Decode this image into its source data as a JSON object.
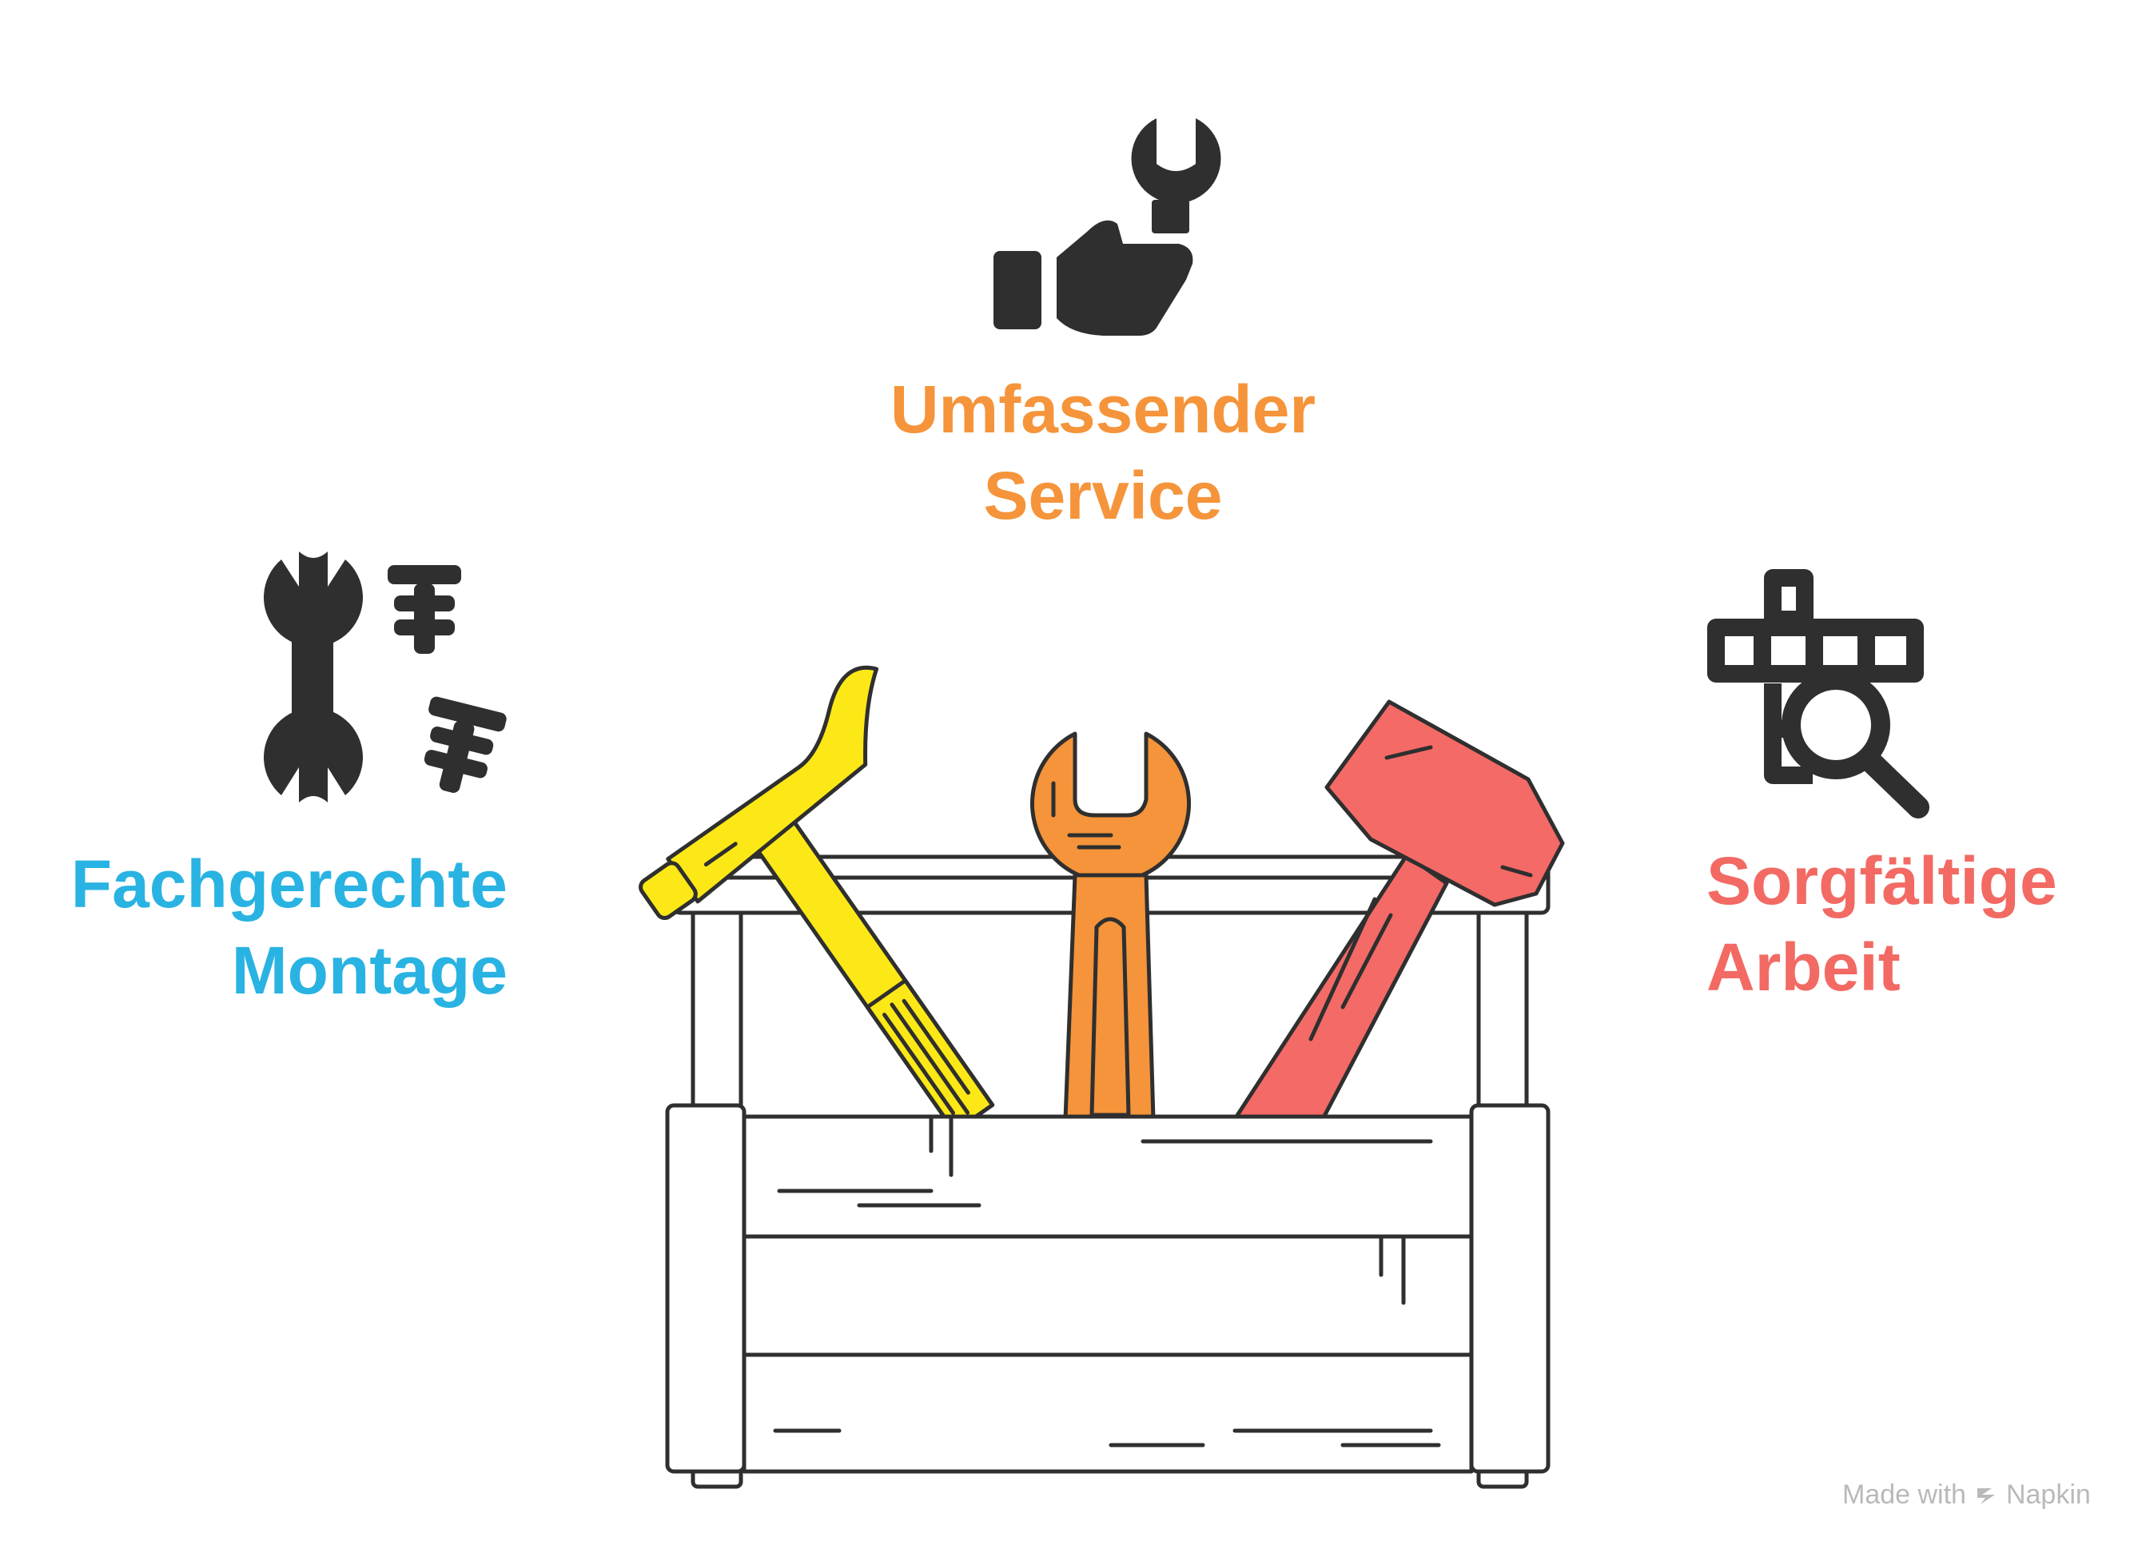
{
  "colors": {
    "service": "#f5943a",
    "montage": "#29b3e2",
    "arbeit": "#f26a63",
    "hammer_yellow": "#fce816",
    "wrench_orange": "#f5943a",
    "sledge_red": "#f46a66",
    "outline": "#2f2f2f",
    "icon_dark": "#2f2f2f",
    "watermark": "#b9b9b9"
  },
  "items": [
    {
      "id": "service",
      "line1": "Umfassender",
      "line2": "Service",
      "icon": "hand-wrench-icon"
    },
    {
      "id": "montage",
      "line1": "Fachgerechte",
      "line2": "Montage",
      "icon": "wrench-screws-icon"
    },
    {
      "id": "arbeit",
      "line1": "Sorgfältige",
      "line2": "Arbeit",
      "icon": "magnifier-grid-icon"
    }
  ],
  "center_illustration": {
    "icon": "toolbox-icon",
    "tools": [
      "claw-hammer-icon",
      "wrench-icon",
      "sledgehammer-icon"
    ]
  },
  "watermark": {
    "text": "Made with",
    "brand": "Napkin",
    "icon": "napkin-logo-icon"
  }
}
